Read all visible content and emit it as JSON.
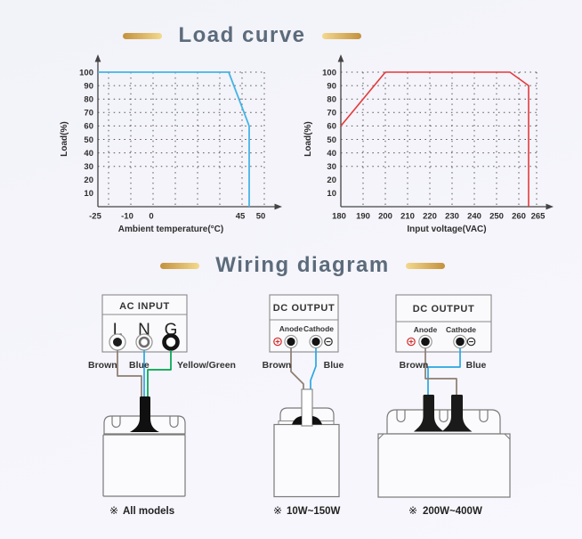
{
  "page": {
    "background": "#f4f4fa"
  },
  "titles": {
    "load_curve": "Load curve",
    "wiring": "Wiring diagram"
  },
  "colors": {
    "gold_bar_dark": "#c3913d",
    "gold_bar_light": "#f3d98e",
    "title_text": "#5c6b7b",
    "temp_curve": "#45b4e6",
    "volt_curve": "#e43a3a",
    "wire_brown": "#8d7d70",
    "wire_blue": "#2aa7e1",
    "wire_green": "#00a44e"
  },
  "chart_data": [
    {
      "type": "line",
      "title": "Load curve",
      "xlabel": "Ambient temperature(°C)",
      "ylabel": "Load(%)",
      "xticks": [
        "-25",
        "-10",
        "0",
        "45",
        "50"
      ],
      "yticks": [
        "100",
        "90",
        "80",
        "70",
        "60",
        "50",
        "40",
        "30",
        "20",
        "10"
      ],
      "ylim": [
        0,
        100
      ],
      "grid": "dotted",
      "legend": "none",
      "series": [
        {
          "name": "load-vs-ambient-temperature",
          "color": "#45b4e6",
          "points": [
            [
              -25,
              100
            ],
            [
              40,
              100
            ],
            [
              47,
              60
            ],
            [
              47,
              0
            ]
          ]
        }
      ]
    },
    {
      "type": "line",
      "title": "Load curve",
      "xlabel": "Input voltage(VAC)",
      "ylabel": "Load(%)",
      "xticks": [
        "180",
        "190",
        "200",
        "210",
        "220",
        "230",
        "240",
        "250",
        "260",
        "265"
      ],
      "yticks": [
        "100",
        "90",
        "80",
        "70",
        "60",
        "50",
        "40",
        "30",
        "20",
        "10"
      ],
      "ylim": [
        0,
        100
      ],
      "grid": "dotted",
      "legend": "none",
      "series": [
        {
          "name": "load-vs-input-voltage",
          "color": "#e43a3a",
          "points": [
            [
              180,
              60
            ],
            [
              200,
              100
            ],
            [
              255,
              100
            ],
            [
              262,
              90
            ],
            [
              262,
              0
            ]
          ]
        }
      ]
    }
  ],
  "wiring": {
    "diagrams": [
      {
        "header": "AC INPUT",
        "terminals": [
          "L",
          "N",
          "G"
        ],
        "wire_labels": [
          "Brown",
          "Blue",
          "Yellow/Green"
        ],
        "caption_mark": "※",
        "caption": "All models"
      },
      {
        "header": "DC OUTPUT",
        "terminal_labels": [
          "Anode",
          "Cathode"
        ],
        "wire_labels": [
          "Brown",
          "Blue"
        ],
        "caption_mark": "※",
        "caption": "10W~150W"
      },
      {
        "header": "DC OUTPUT",
        "terminal_labels": [
          "Anode",
          "Cathode"
        ],
        "wire_labels": [
          "Brown",
          "Blue"
        ],
        "caption_mark": "※",
        "caption": "200W~400W"
      }
    ]
  }
}
